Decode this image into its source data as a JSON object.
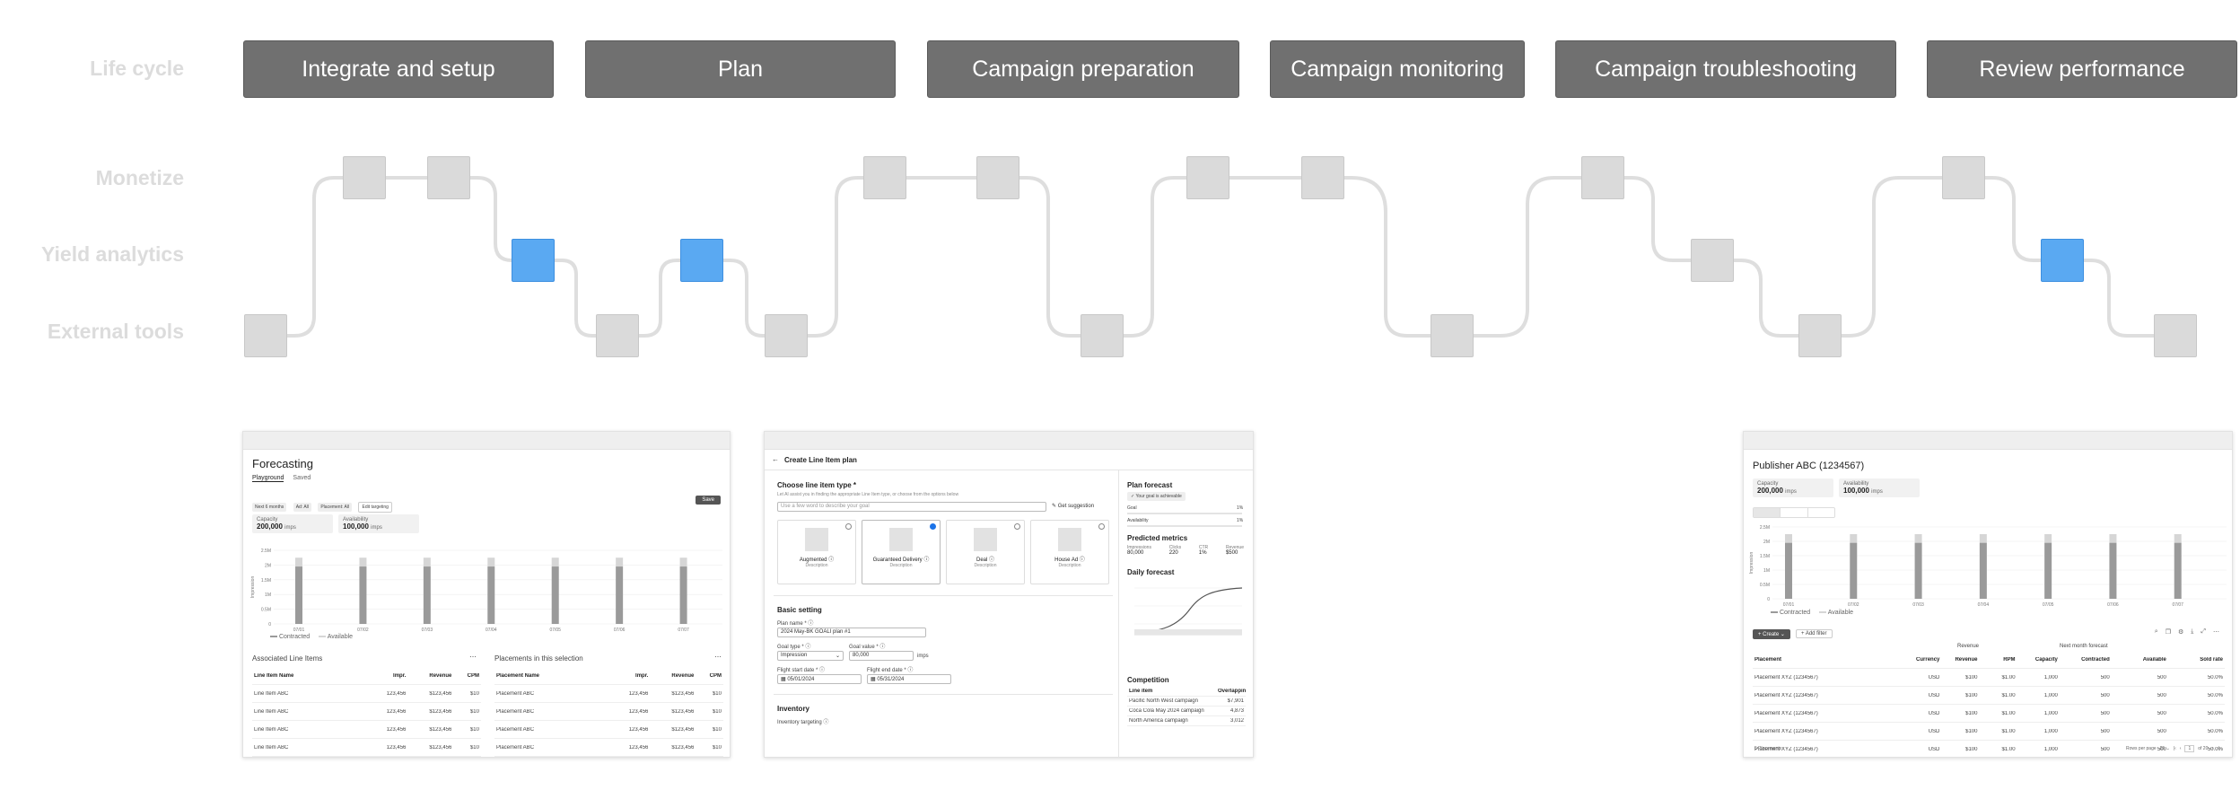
{
  "rows": {
    "life_cycle": "Life cycle",
    "monetize": "Monetize",
    "yield_analytics": "Yield analytics",
    "external_tools": "External tools"
  },
  "phases": [
    "Integrate and setup",
    "Plan",
    "Campaign preparation",
    "Campaign monitoring",
    "Campaign troubleshooting",
    "Review performance"
  ],
  "colors": {
    "phase_fill": "#707070",
    "node_inactive": "#dadada",
    "node_active": "#5aa9f2",
    "connector": "#dedede",
    "row_label": "#dcdcdc"
  },
  "forecasting": {
    "title": "Forecasting",
    "tabs": [
      "Playground",
      "Saved"
    ],
    "filters": [
      "Next 6 months",
      "Ad: All",
      "Placement: All",
      "Edit targeting"
    ],
    "save_label": "Save",
    "capacity_label": "Capacity",
    "capacity_value": "200,000",
    "capacity_unit": "imps",
    "availability_label": "Availability",
    "availability_value": "100,000",
    "availability_unit": "imps",
    "y_ticks": [
      "2.5M",
      "2M",
      "1.5M",
      "1M",
      "0.5M",
      "0"
    ],
    "y_axis_label": "Impression",
    "x_ticks": [
      "07/01",
      "07/02",
      "07/03",
      "07/04",
      "07/05",
      "07/06",
      "07/07"
    ],
    "legend": [
      "Contracted",
      "Available"
    ],
    "assoc_title": "Associated Line Items",
    "assoc_headers": [
      "Line Item Name",
      "Impr.",
      "Revenue",
      "CPM"
    ],
    "assoc_rows": [
      [
        "Line Item ABC",
        "123,456",
        "$123,456",
        "$10"
      ],
      [
        "Line Item ABC",
        "123,456",
        "$123,456",
        "$10"
      ],
      [
        "Line Item ABC",
        "123,456",
        "$123,456",
        "$10"
      ],
      [
        "Line Item ABC",
        "123,456",
        "$123,456",
        "$10"
      ]
    ],
    "place_title": "Placements in this selection",
    "place_headers": [
      "Placement Name",
      "Impr.",
      "Revenue",
      "CPM"
    ],
    "place_rows": [
      [
        "Placement ABC",
        "123,456",
        "$123,456",
        "$10"
      ],
      [
        "Placement ABC",
        "123,456",
        "$123,456",
        "$10"
      ],
      [
        "Placement ABC",
        "123,456",
        "$123,456",
        "$10"
      ],
      [
        "Placement ABC",
        "123,456",
        "$123,456",
        "$10"
      ]
    ]
  },
  "line_item": {
    "title": "Create Line Item plan",
    "choose_title": "Choose line item type *",
    "choose_hint": "Let AI assist you in finding the appropriate Line Item type, or choose from the options below",
    "search_placeholder": "Use a few word to describe your goal",
    "suggest_label": "Get suggestion",
    "types": [
      {
        "name": "Augmented",
        "desc": "Description"
      },
      {
        "name": "Guaranteed Delivery",
        "desc": "Description"
      },
      {
        "name": "Deal",
        "desc": "Description"
      },
      {
        "name": "House Ad",
        "desc": "Description"
      }
    ],
    "basic_title": "Basic setting",
    "plan_name_label": "Plan name *",
    "plan_name_value": "2024 May-BK GOALI plan #1",
    "goal_type_label": "Goal type *",
    "goal_type_value": "Impression",
    "goal_value_label": "Goal value *",
    "goal_value_value": "80,000",
    "goal_unit": "imps",
    "start_label": "Flight start date *",
    "start_value": "05/01/2024",
    "end_label": "Flight end date *",
    "end_value": "05/31/2024",
    "inventory_title": "Inventory",
    "inventory_targeting": "Inventory targeting",
    "forecast_title": "Plan forecast",
    "forecast_badge": "Your goal is achievable",
    "goal_label": "Goal",
    "goal_pct": "1%",
    "availability_label": "Availability",
    "availability_pct": "1%",
    "predicted_title": "Predicted metrics",
    "predicted_headers": [
      "Impressions",
      "Clicks",
      "CTR",
      "Revenue"
    ],
    "predicted_values": [
      "80,000",
      "220",
      "1%",
      "$500"
    ],
    "daily_title": "Daily forecast",
    "competition_title": "Competition",
    "competition_headers": [
      "Line item",
      "Overlapping imps"
    ],
    "competition_rows": [
      [
        "Pacific North West campaign",
        "$7,901"
      ],
      [
        "Coca Cola May 2024 campaign",
        "4,873"
      ],
      [
        "North America campaign",
        "3,012"
      ]
    ]
  },
  "publisher": {
    "title": "Publisher ABC (1234567)",
    "capacity_label": "Capacity",
    "capacity_value": "200,000",
    "capacity_unit": "imps",
    "availability_label": "Availability",
    "availability_value": "100,000",
    "availability_unit": "imps",
    "y_ticks": [
      "2.5M",
      "2M",
      "1.5M",
      "1M",
      "0.5M",
      "0"
    ],
    "y_axis_label": "Impression",
    "x_ticks": [
      "07/01",
      "07/02",
      "07/03",
      "07/04",
      "07/05",
      "07/06",
      "07/07"
    ],
    "legend": [
      "Contracted",
      "Available"
    ],
    "create_label": "Create",
    "add_filter_label": "Add filter",
    "group_headers": [
      "Revenue",
      "Next month forecast"
    ],
    "headers": [
      "Placement",
      "Currency",
      "Revenue",
      "RPM",
      "Capacity",
      "Contracted",
      "Available",
      "Sold rate"
    ],
    "rows": [
      [
        "Placement XYZ (1234567)",
        "USD",
        "$100",
        "$1.00",
        "1,000",
        "500",
        "500",
        "50.0%"
      ],
      [
        "Placement XYZ (1234567)",
        "USD",
        "$100",
        "$1.00",
        "1,000",
        "500",
        "500",
        "50.0%"
      ],
      [
        "Placement XYZ (1234567)",
        "USD",
        "$100",
        "$1.00",
        "1,000",
        "500",
        "500",
        "50.0%"
      ],
      [
        "Placement XYZ (1234567)",
        "USD",
        "$100",
        "$1.00",
        "1,000",
        "500",
        "500",
        "50.0%"
      ],
      [
        "Placement XYZ (1234567)",
        "USD",
        "$100",
        "$1.00",
        "1,000",
        "500",
        "500",
        "50.0%"
      ]
    ],
    "footer_count": "5 Placements",
    "rows_per_page_label": "Rows per page",
    "rows_per_page_value": "25",
    "page_value": "1",
    "page_total": "of 20"
  }
}
